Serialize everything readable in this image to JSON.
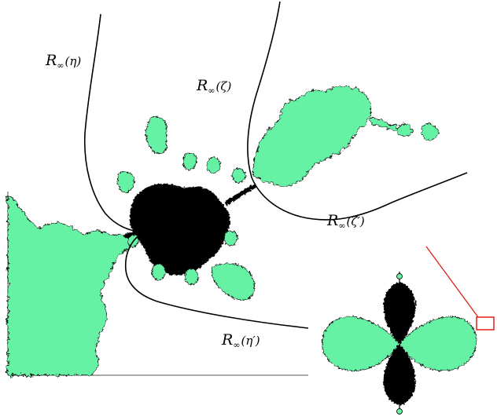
{
  "colors": {
    "set_fill": "#66f2a4",
    "julia_black": "#000000",
    "zoom_marker": "#e0201a",
    "outline": "#111111"
  },
  "rays": {
    "eta": {
      "script": "R",
      "sub": "∞",
      "arg": "(η)"
    },
    "zeta": {
      "script": "R",
      "sub": "∞",
      "arg": "(ζ)"
    },
    "zeta_prime": {
      "script": "R",
      "sub": "∞",
      "arg": "(ζ′)"
    },
    "eta_prime": {
      "script": "R",
      "sub": "∞",
      "arg": "(η′)"
    }
  }
}
